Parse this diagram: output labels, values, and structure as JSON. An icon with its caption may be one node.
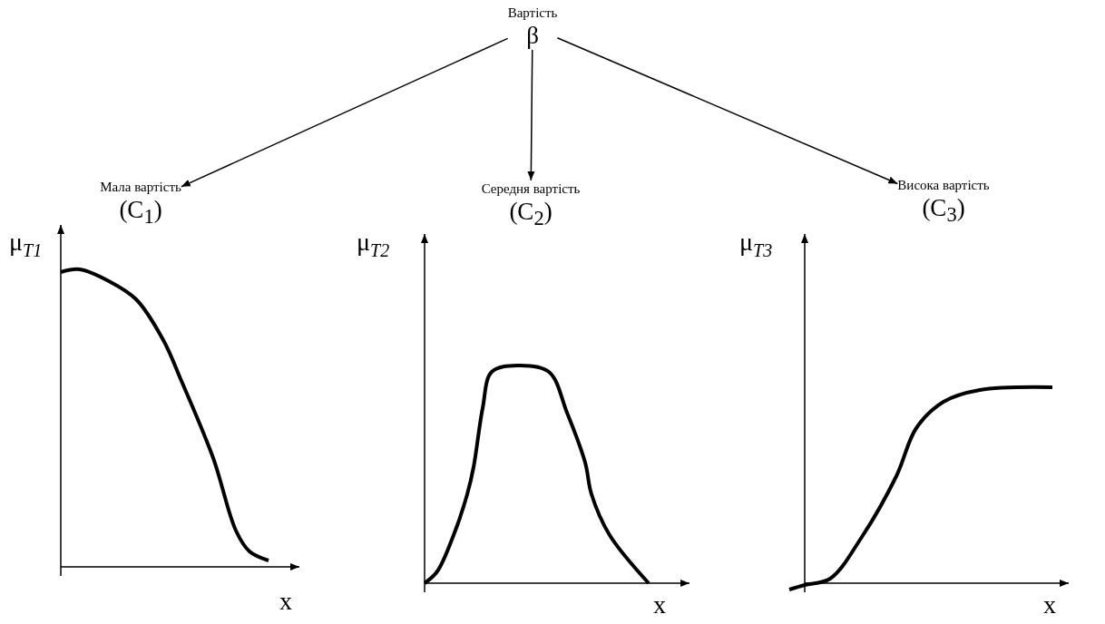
{
  "diagram": {
    "nodes": [
      {
        "text": [
          "Вартість",
          "β"
        ]
      },
      {
        "text": [
          "Мала вартість",
          "(C$_{1}$)"
        ]
      },
      {
        "text": [
          "Середня вартість",
          "(C$_{2}$)"
        ]
      },
      {
        "text": [
          "Висока вартість",
          "(C$_{3}$)"
        ]
      }
    ],
    "edges": [
      {
        "from": 0,
        "to": 1,
        "arrow": "to"
      },
      {
        "from": 0,
        "to": 2,
        "arrow": "to"
      },
      {
        "from": 0,
        "to": 3,
        "arrow": "to"
      }
    ],
    "labels": [
      "μ$_{T1}$",
      "x",
      "μ$_{T2}$",
      "x",
      "μ$_{T3}$",
      "x"
    ]
  }
}
